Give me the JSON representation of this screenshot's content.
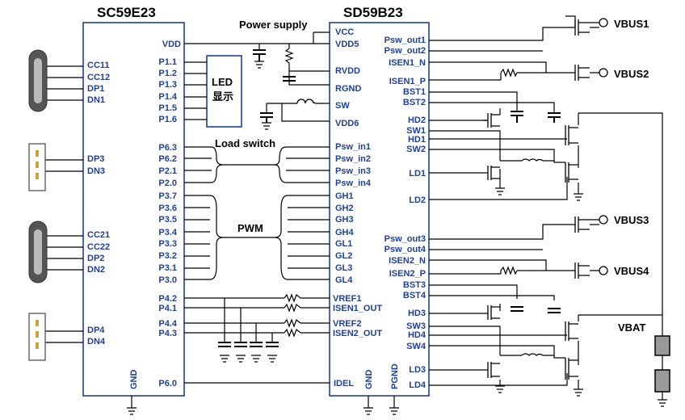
{
  "chip_left": {
    "title": "SC59E23",
    "pins_right": [
      "VDD",
      "P1.1",
      "P1.2",
      "P1.3",
      "P1.4",
      "P1.5",
      "P1.6",
      "P6.3",
      "P6.2",
      "P2.1",
      "P2.0",
      "P3.7",
      "P3.6",
      "P3.5",
      "P3.4",
      "P3.3",
      "P3.2",
      "P3.1",
      "P3.0",
      "P4.2",
      "P4.1",
      "P4.4",
      "P4.3",
      "P6.0"
    ],
    "pins_left": [
      "CC11",
      "CC12",
      "DP1",
      "DN1",
      "DP3",
      "DN3",
      "CC21",
      "CC22",
      "DP2",
      "DN2",
      "DP4",
      "DN4"
    ],
    "gnd": "GND"
  },
  "chip_right": {
    "title": "SD59B23",
    "pins_left": [
      "VCC",
      "VDD5",
      "RVDD",
      "RGND",
      "SW",
      "VDD6",
      "Psw_in1",
      "Psw_in2",
      "Psw_in3",
      "Psw_in4",
      "GH1",
      "GH2",
      "GH3",
      "GH4",
      "GL1",
      "GL2",
      "GL3",
      "GL4",
      "VREF1",
      "ISEN1_OUT",
      "VREF2",
      "ISEN2_OUT",
      "IDEL"
    ],
    "pins_right": [
      "Psw_out1",
      "Psw_out2",
      "ISEN1_N",
      "ISEN1_P",
      "BST1",
      "BST2",
      "HD2",
      "SW1",
      "HD1",
      "SW2",
      "LD1",
      "LD2",
      "Psw_out3",
      "Psw_out4",
      "ISEN2_N",
      "ISEN2_P",
      "BST3",
      "BST4",
      "HD3",
      "SW3",
      "HD4",
      "SW4",
      "LD3",
      "LD4"
    ],
    "gnd": "GND",
    "pgnd": "PGND"
  },
  "annotations": {
    "power_supply": "Power supply",
    "led_line1": "LED",
    "led_line2": "显示",
    "load_switch": "Load switch",
    "pwm": "PWM"
  },
  "outputs": {
    "vbus1": "VBUS1",
    "vbus2": "VBUS2",
    "vbus3": "VBUS3",
    "vbus4": "VBUS4",
    "vbat": "VBAT"
  },
  "colors": {
    "chip_border": "#1f3f9f",
    "pin_text": "#1f3f9f",
    "wire": "#000000"
  },
  "icons": [
    "usb-c-connector-icon",
    "usb-a-connector-icon",
    "mosfet-icon",
    "capacitor-icon",
    "resistor-icon",
    "inductor-icon",
    "battery-icon",
    "ground-icon"
  ]
}
